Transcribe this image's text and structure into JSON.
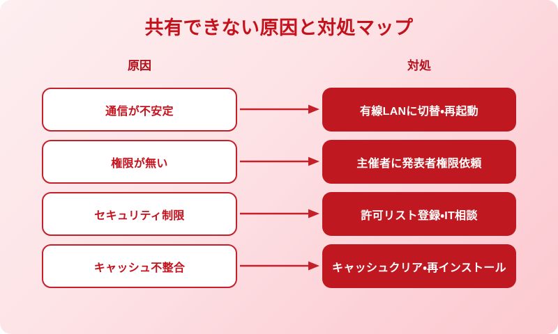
{
  "page": {
    "title": "共有できない原因と対処マップ",
    "background_from": "#fdeef0",
    "background_to": "#fcc9d0"
  },
  "colors": {
    "accent_red": "#c4121d",
    "box_fill_red": "#c01820",
    "box_border_red": "#c4202a",
    "box_fill_white": "#ffffff",
    "arrow_red": "#c4202a"
  },
  "columns": {
    "cause_header": "原因",
    "action_header": "対処"
  },
  "rows": [
    {
      "cause": "通信が不安定",
      "action": "有線LANに切替・再起動",
      "connector": "arrow-right-icon"
    },
    {
      "cause": "権限が無い",
      "action": "主催者に発表者権限依頼",
      "connector": "arrow-right-icon"
    },
    {
      "cause": "セキュリティ制限",
      "action": "許可リスト登録・IT相談",
      "connector": "arrow-right-icon"
    },
    {
      "cause": "キャッシュ不整合",
      "action": "キャッシュクリア・再インストール",
      "connector": "arrow-right-icon"
    }
  ]
}
